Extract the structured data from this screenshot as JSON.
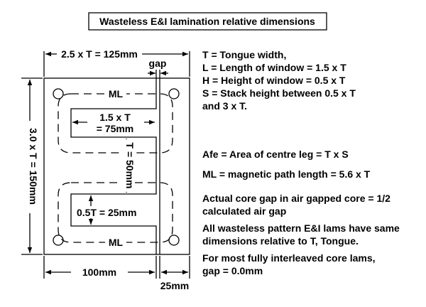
{
  "title": "Wasteless E&I lamination relative dimensions",
  "dimensions": {
    "overall_width": "2.5 x T = 125mm",
    "gap": "gap",
    "overall_height": "3.0 x T = 150mm",
    "window_length_line1": "1.5 x T",
    "window_length_line2": "= 75mm",
    "tongue_width": "T = 50mm",
    "window_height": "0.5T = 25mm",
    "magnetic_path_top": "ML",
    "magnetic_path_bottom": "ML",
    "e_width": "100mm",
    "i_width": "25mm"
  },
  "notes": {
    "line1": "T = Tongue width,",
    "line2": "L = Length of window = 1.5 x T",
    "line3": "H = Height of window = 0.5 x T",
    "line4": "S = Stack height between 0.5 x T",
    "line5": "and 3 x T.",
    "afe": "Afe = Area of centre leg = T x S",
    "ml": "ML = magnetic path length = 5.6 x T",
    "gap_line1": "Actual core gap in air gapped core = 1/2",
    "gap_line2": "calculated air gap",
    "lams_line1": "All wasteless pattern E&I lams have same",
    "lams_line2": "dimensions relative to T, Tongue.",
    "interleave_line1": "For most fully interleaved core lams,",
    "interleave_line2": "gap = 0.0mm"
  }
}
